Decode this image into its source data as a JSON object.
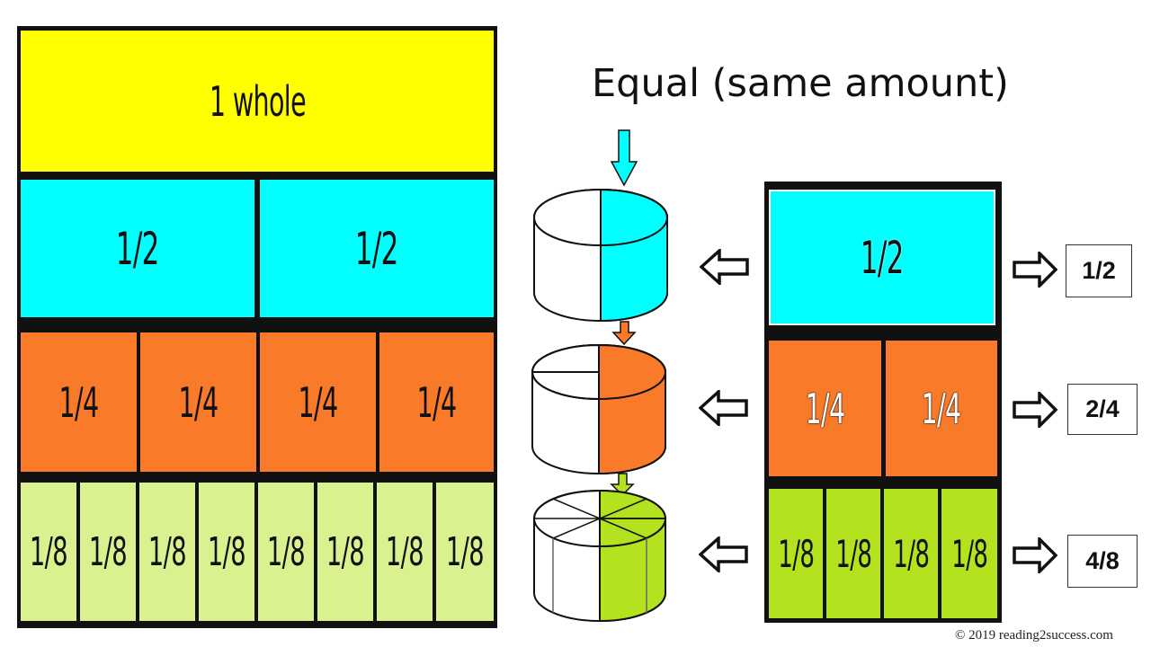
{
  "title": "Equal (same amount)",
  "colors": {
    "whole": "#ffff00",
    "half": "#00ffff",
    "quarter": "#f97b2a",
    "eighth_light": "#d9f28f",
    "eighth_dark": "#b3e21f",
    "border": "#111111"
  },
  "fraction_wall": {
    "whole_label": "1 whole",
    "halves": [
      "1/2",
      "1/2"
    ],
    "quarters": [
      "1/4",
      "1/4",
      "1/4",
      "1/4"
    ],
    "eighths": [
      "1/8",
      "1/8",
      "1/8",
      "1/8",
      "1/8",
      "1/8",
      "1/8",
      "1/8"
    ]
  },
  "comparison": {
    "half_row": [
      "1/2"
    ],
    "quarter_row": [
      "1/4",
      "1/4"
    ],
    "eighth_row": [
      "1/8",
      "1/8",
      "1/8",
      "1/8"
    ]
  },
  "result_labels": [
    "1/2",
    "2/4",
    "4/8"
  ],
  "copyright": "© 2019 reading2success.com"
}
